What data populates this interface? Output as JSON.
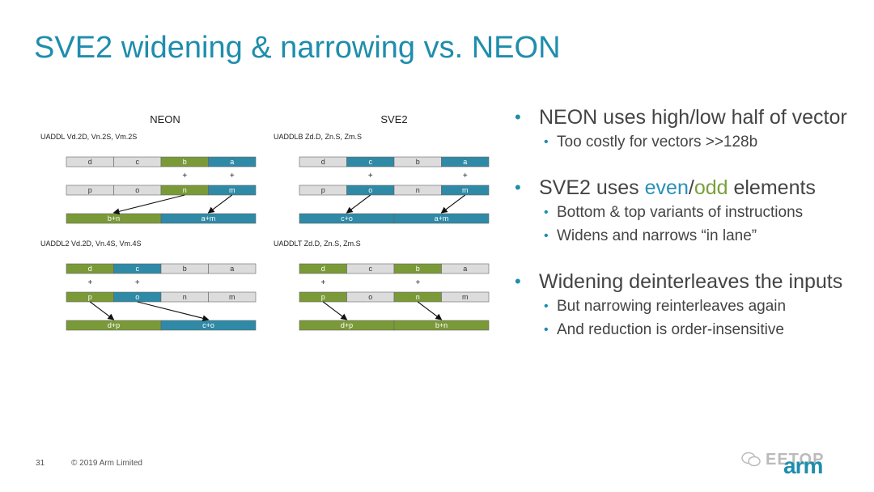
{
  "slide": {
    "title": "SVE2 widening & narrowing vs. NEON",
    "page_number": "31",
    "copyright": "© 2019 Arm Limited",
    "logo_text": "arm",
    "watermark_text": "EETOP"
  },
  "colors": {
    "title": "#1f8dad",
    "green": "#7a9a38",
    "teal": "#2e8aa6",
    "gray": "#dcdcdc",
    "even_text": "#2a90b5",
    "odd_text": "#7aa03a"
  },
  "diagrams": {
    "neon_heading": "NEON",
    "sve2_heading": "SVE2",
    "blocks": [
      {
        "id": "neon-uaddl",
        "instr": "UADDL  Vd.2D, Vn.2S, Vm.2S",
        "top": [
          {
            "label": "d",
            "color": "gray"
          },
          {
            "label": "c",
            "color": "gray"
          },
          {
            "label": "b",
            "color": "green"
          },
          {
            "label": "a",
            "color": "teal"
          }
        ],
        "plus": [
          2,
          3
        ],
        "mid": [
          {
            "label": "p",
            "color": "gray"
          },
          {
            "label": "o",
            "color": "gray"
          },
          {
            "label": "n",
            "color": "green"
          },
          {
            "label": "m",
            "color": "teal"
          }
        ],
        "result": [
          {
            "label": "b+n",
            "color": "green"
          },
          {
            "label": "a+m",
            "color": "teal"
          }
        ],
        "arrows": [
          [
            2,
            0
          ],
          [
            3,
            1
          ]
        ]
      },
      {
        "id": "sve2-uaddlb",
        "instr": "UADDLB  Zd.D, Zn.S, Zm.S",
        "top": [
          {
            "label": "d",
            "color": "gray"
          },
          {
            "label": "c",
            "color": "teal"
          },
          {
            "label": "b",
            "color": "gray"
          },
          {
            "label": "a",
            "color": "teal"
          }
        ],
        "plus": [
          1,
          3
        ],
        "mid": [
          {
            "label": "p",
            "color": "gray"
          },
          {
            "label": "o",
            "color": "teal"
          },
          {
            "label": "n",
            "color": "gray"
          },
          {
            "label": "m",
            "color": "teal"
          }
        ],
        "result": [
          {
            "label": "c+o",
            "color": "teal"
          },
          {
            "label": "a+m",
            "color": "teal"
          }
        ],
        "arrows": [
          [
            1,
            0
          ],
          [
            3,
            1
          ]
        ]
      },
      {
        "id": "neon-uaddl2",
        "instr": "UADDL2  Vd.2D, Vn.4S, Vm.4S",
        "top": [
          {
            "label": "d",
            "color": "green"
          },
          {
            "label": "c",
            "color": "teal"
          },
          {
            "label": "b",
            "color": "gray"
          },
          {
            "label": "a",
            "color": "gray"
          }
        ],
        "plus": [
          0,
          1
        ],
        "mid": [
          {
            "label": "p",
            "color": "green"
          },
          {
            "label": "o",
            "color": "teal"
          },
          {
            "label": "n",
            "color": "gray"
          },
          {
            "label": "m",
            "color": "gray"
          }
        ],
        "result": [
          {
            "label": "d+p",
            "color": "green"
          },
          {
            "label": "c+o",
            "color": "teal"
          }
        ],
        "arrows": [
          [
            0,
            0
          ],
          [
            1,
            1
          ]
        ]
      },
      {
        "id": "sve2-uaddlt",
        "instr": "UADDLT  Zd.D, Zn.S, Zm.S",
        "top": [
          {
            "label": "d",
            "color": "green"
          },
          {
            "label": "c",
            "color": "gray"
          },
          {
            "label": "b",
            "color": "green"
          },
          {
            "label": "a",
            "color": "gray"
          }
        ],
        "plus": [
          0,
          2
        ],
        "mid": [
          {
            "label": "p",
            "color": "green"
          },
          {
            "label": "o",
            "color": "gray"
          },
          {
            "label": "n",
            "color": "green"
          },
          {
            "label": "m",
            "color": "gray"
          }
        ],
        "result": [
          {
            "label": "d+p",
            "color": "green"
          },
          {
            "label": "b+n",
            "color": "green"
          }
        ],
        "arrows": [
          [
            0,
            0
          ],
          [
            2,
            1
          ]
        ]
      }
    ]
  },
  "bullets": [
    {
      "main_parts": [
        "NEON uses high/low half of vector"
      ],
      "subs": [
        "Too costly for vectors >>128b"
      ]
    },
    {
      "main_parts": [
        "SVE2 uses ",
        "even",
        "/",
        "odd",
        " elements"
      ],
      "subs": [
        "Bottom & top variants of instructions",
        "Widens and narrows “in lane”"
      ]
    },
    {
      "main_parts": [
        "Widening deinterleaves the inputs"
      ],
      "subs": [
        "But narrowing reinterleaves again",
        "And reduction is order-insensitive"
      ]
    }
  ]
}
